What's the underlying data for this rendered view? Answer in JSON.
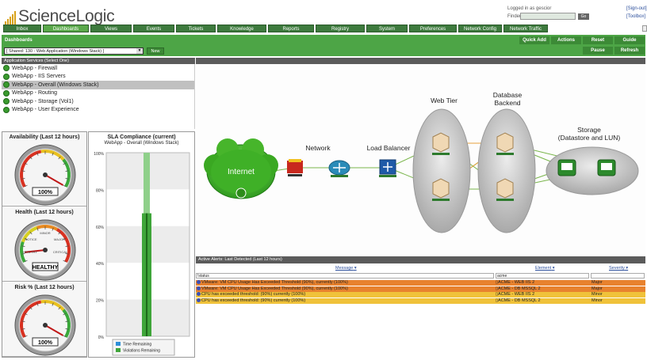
{
  "brand": {
    "name": "ScienceLogic"
  },
  "header": {
    "login_text": "Logged in as gescior",
    "finder_label": "Finder",
    "go_label": "Go",
    "signout_label": "[Sign-out]",
    "toolbox_label": "[Toolbox]"
  },
  "nav": {
    "tabs": [
      "Inbox",
      "Dashboards",
      "Views",
      "Events",
      "Tickets",
      "Knowledge",
      "Reports",
      "Registry",
      "System",
      "Preferences",
      "Network Config",
      "Network Traffic"
    ],
    "active": "Dashboards"
  },
  "dashbar": {
    "title": "Dashboards",
    "selected_dashboard": "[ Shared: 130 - Web Application (Windows Stack) ]",
    "new_label": "New",
    "buttons_top": [
      "Quick Add",
      "Actions",
      "Reset",
      "Guide"
    ],
    "buttons_bottom": [
      "Pause",
      "Refresh"
    ]
  },
  "services": {
    "header": "Application Services (Select One)",
    "items": [
      "WebApp - Firewall",
      "WebApp - IIS Servers",
      "WebApp - Overall (Windows Stack)",
      "WebApp - Routing",
      "WebApp - Storage (Vol1)",
      "WebApp - User Experience"
    ],
    "selected": "WebApp - Overall (Windows Stack)"
  },
  "gauges": [
    {
      "title": "Availability (Last 12 hours)",
      "value_label": "100%",
      "value": 100
    },
    {
      "title": "Health (Last 12 hours)",
      "value_label": "HEALTHY",
      "value": 10,
      "zones": [
        "MINOR",
        "NOTICE",
        "MAJOR",
        "HEALTHY",
        "CRITICAL"
      ]
    },
    {
      "title": "Risk % (Last 12 hours)",
      "value_label": "100%",
      "value": 100
    }
  ],
  "sla": {
    "title": "SLA Compliance (current)",
    "subtitle": "WebApp - Overall (Windows Stack)",
    "chart_data": {
      "type": "bar",
      "categories": [
        ""
      ],
      "series": [
        {
          "name": "Time Remaining",
          "values": [
            100
          ]
        },
        {
          "name": "Violations Remaining",
          "values": [
            67
          ]
        }
      ],
      "yticks": [
        "100%",
        "80%",
        "60%",
        "40%",
        "20%",
        "0%"
      ],
      "ylim": [
        0,
        100
      ]
    },
    "colors": {
      "time": "#2f8fd8",
      "violations": "#3fa53a",
      "violations_light": "#8fd08a"
    }
  },
  "topology": {
    "labels": {
      "internet": "Internet",
      "network": "Network",
      "lb": "Load Balancer",
      "web": "Web Tier",
      "db": "Database Backend",
      "storage": "Storage (Datastore and LUN)"
    }
  },
  "alerts": {
    "header": "Active Alerts: Last Detected (Last 12 hours)",
    "columns": [
      "Message",
      "Element",
      "Severity"
    ],
    "filters": [
      "!status",
      "acme",
      ""
    ],
    "rows": [
      {
        "message": "VMware: VM CPU Usage Has Exceeded Threshold (90%), currently (100%)",
        "element": "ACME - WEB IIS 2",
        "severity": "Major",
        "color": "#e8822e"
      },
      {
        "message": "VMware: VM CPU Usage Has Exceeded Threshold (90%), currently (100%)",
        "element": "ACME - DB MSSQL 2",
        "severity": "Major",
        "color": "#e8822e"
      },
      {
        "message": "CPU has exceeded threshold: (90%) currently (100%)",
        "element": "ACME - WEB IIS 2",
        "severity": "Minor",
        "color": "#f0c23a"
      },
      {
        "message": "CPU has exceeded threshold: (90%) currently (100%)",
        "element": "ACME - DB MSSQL 2",
        "severity": "Minor",
        "color": "#f0c23a"
      }
    ]
  }
}
